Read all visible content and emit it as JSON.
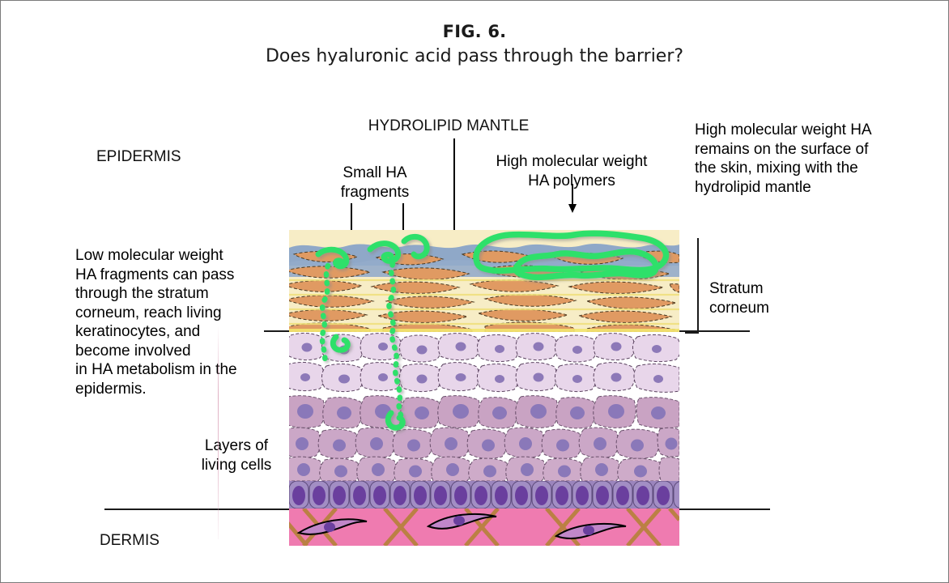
{
  "figure": {
    "number": "FIG. 6.",
    "subtitle": "Does hyaluronic acid pass through the barrier?"
  },
  "labels": {
    "epidermis": "EPIDERMIS",
    "dermis": "DERMIS",
    "hydrolipid_mantle": "HYDROLIPID MANTLE",
    "small_ha_fragments": "Small HA\nfragments",
    "hmw_ha_polymers": "High molecular weight\nHA polymers",
    "stratum_corneum": "Stratum\ncorneum",
    "layers_of_living_cells": "Layers of\nliving cells"
  },
  "notes": {
    "left": "Low molecular weight\nHA fragments can pass\nthrough the stratum\ncorneum, reach living\nkeratinocytes, and\nbecome involved\nin HA metabolism in the\nepidermis.",
    "right": "High molecular weight HA\nremains on the surface of\nthe skin, mixing with the\nhydrolipid mantle"
  },
  "icons": {
    "arrow_hydrolipid": "down-arrow-icon",
    "arrow_small_ha_left": "down-arrow-icon",
    "arrow_small_ha_right": "down-arrow-icon",
    "arrow_hmw": "down-arrow-icon"
  },
  "colors": {
    "hydrolipid_blue": "#8fa8c8",
    "corneocyte_orange": "#e09a62",
    "stratum_corneum_matrix": "#f5e8bd",
    "granular_pink": "#e6d3e8",
    "spinous_mauve": "#caa4c2",
    "basal_purple": "#9b82bd",
    "basal_nucleus": "#6a3f9e",
    "dermis_pink": "#ef7bb0",
    "collagen_brown": "#b9813f",
    "ha_green": "#2ee06a",
    "line_black": "#1a1a1a"
  },
  "structure": {
    "layers": [
      {
        "name": "hydrolipid-mantle",
        "description": "blue film on skin surface"
      },
      {
        "name": "stratum-corneum",
        "description": "flattened orange corneocytes in cream matrix"
      },
      {
        "name": "stratum-granulosum",
        "description": "light pink cells with small nuclei"
      },
      {
        "name": "stratum-spinosum",
        "description": "mauve polygonal cells"
      },
      {
        "name": "stratum-basale",
        "description": "dark purple columnar cells"
      },
      {
        "name": "dermis",
        "description": "pink matrix with brown collagen fibers and fibroblasts"
      }
    ]
  }
}
